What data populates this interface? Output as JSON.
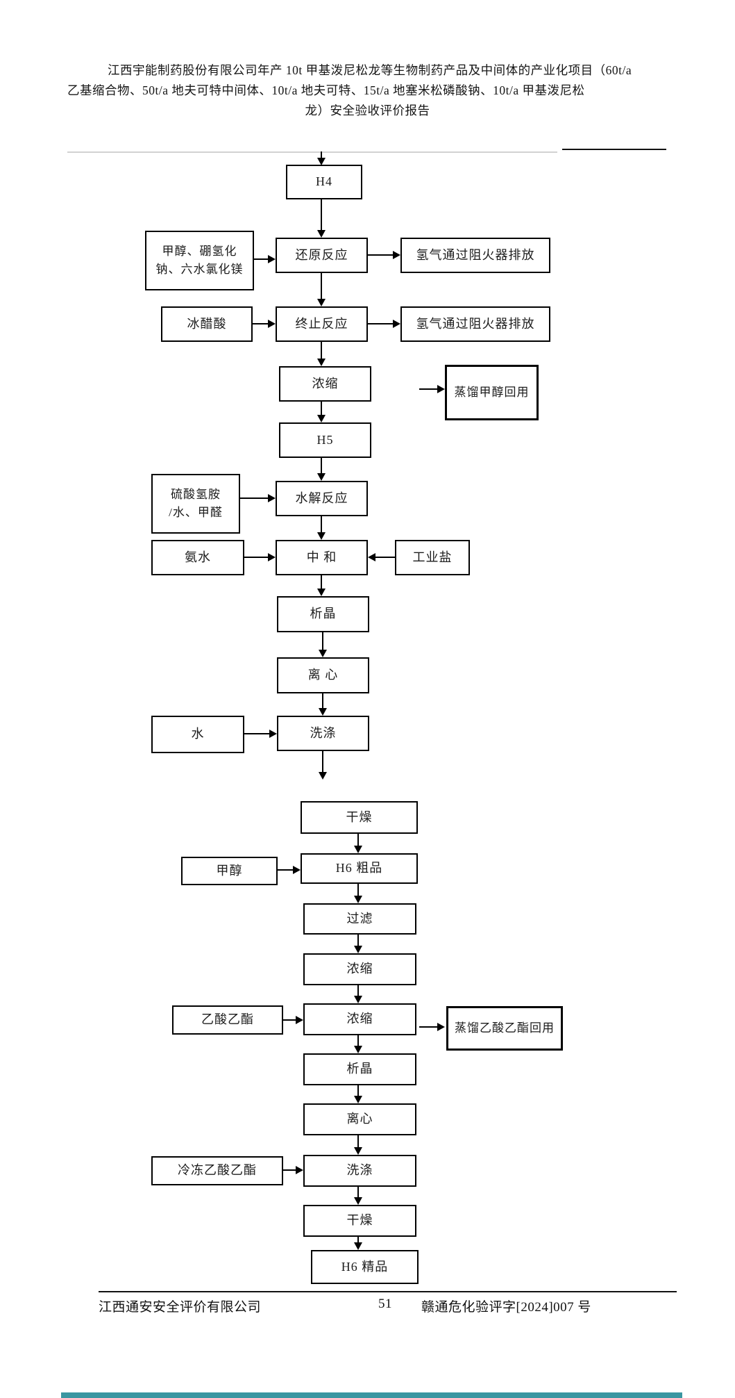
{
  "header": {
    "line1": "江西宇能制药股份有限公司年产 10t 甲基泼尼松龙等生物制药产品及中间体的产业化项目（60t/a",
    "line2": "乙基缩合物、50t/a 地夫可特中间体、10t/a 地夫可特、15t/a 地塞米松磷酸钠、10t/a 甲基泼尼松",
    "line3": "龙）安全验收评价报告"
  },
  "flowchart": {
    "nodes": {
      "h4": "H4",
      "reduction_reaction": "还原反应",
      "input_methanol_borohydride": "甲醇、硼氢化\n钠、六水氯化镁",
      "output_hydrogen_flame_arrester_1": "氢气通过阻火器排放",
      "termination_reaction": "终止反应",
      "input_glacial_acetic_acid": "冰醋酸",
      "output_hydrogen_flame_arrester_2": "氢气通过阻火器排放",
      "concentration_1": "浓缩",
      "output_distill_methanol_recycle": "蒸馏甲醇回用",
      "h5": "H5",
      "hydrolysis_reaction": "水解反应",
      "input_hydroxylamine_sulfate": "硫酸氢胺\n/水、甲醛",
      "neutralization": "中 和",
      "input_ammonia": "氨水",
      "input_industrial_salt": "工业盐",
      "crystallization_1": "析晶",
      "centrifugation_1": "离 心",
      "washing_1": "洗涤",
      "input_water": "水",
      "drying_1": "干燥",
      "h6_crude": "H6 粗品",
      "input_methanol_2": "甲醇",
      "filtration": "过滤",
      "concentration_2": "浓缩",
      "concentration_3": "浓缩",
      "input_ethyl_acetate": "乙酸乙酯",
      "output_distill_ethyl_acetate_recycle": "蒸馏乙酸乙酯回用",
      "crystallization_2": "析晶",
      "centrifugation_2": "离心",
      "washing_2": "洗涤",
      "input_frozen_ethyl_acetate": "冷冻乙酸乙酯",
      "drying_2": "干燥",
      "h6_refined": "H6 精品"
    }
  },
  "footer": {
    "company": "江西通安安全评价有限公司",
    "page_number": "51",
    "doc_number": "赣通危化验评字[2024]007 号"
  },
  "colors": {
    "box_border": "#000000",
    "text": "#1c1c1c",
    "divider_gray": "#d2d2d2",
    "divider_black": "#111111",
    "bottom_bar_teal": "#3a96a1"
  }
}
